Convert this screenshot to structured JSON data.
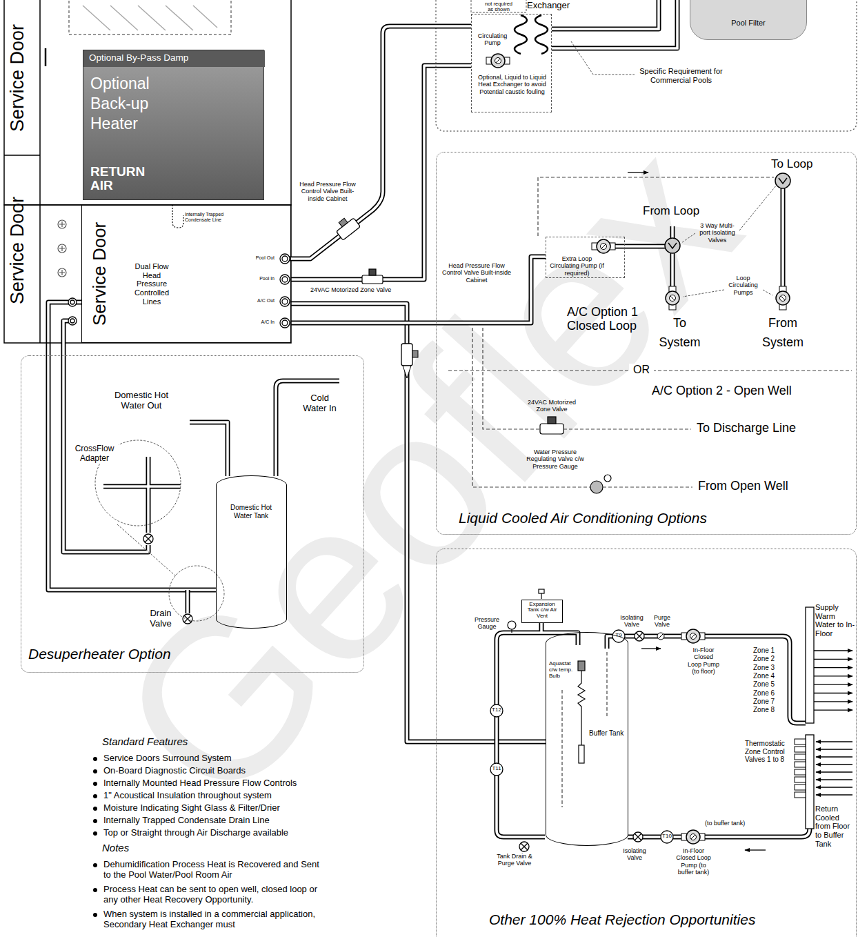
{
  "diagram": {
    "nodes": [
      {
        "text": [
          "Optional By-Pass Damp",
          "Optional Back-up Heater",
          "RETURN AIR"
        ]
      },
      {
        "text": [
          "Service Door",
          "Dual Flow Head Pressure Controlled Lines"
        ]
      },
      {
        "text": [
          "Circulating Pump",
          "Optional, Liquid to Liquid Heat Exchanger to avoid Potential caustic fouling"
        ]
      },
      {
        "text": [
          "Pool Filter"
        ]
      },
      {
        "text": [
          "Desuperheater Option"
        ]
      },
      {
        "text": [
          "Domestic Hot Water Tank"
        ],
        "in": 4
      },
      {
        "text": [
          "Liquid Cooled Air Conditioning Options"
        ]
      },
      {
        "text": [
          "Extra Loop Circulating Pump (if required)"
        ],
        "in": 6
      },
      {
        "text": [
          "Other 100% Heat Rejection Opportunities"
        ]
      },
      {
        "text": [
          "Expansion Tank c/w Air Vent"
        ],
        "in": 8
      },
      {
        "text": [
          "Aquastat c/w temp. Bulb",
          "Buffer Tank"
        ],
        "in": 8
      }
    ],
    "edges": [
      {
        "from": 1,
        "to": 5,
        "arrow": "none"
      },
      {
        "from": 1,
        "to": 2,
        "arrow": "none"
      },
      {
        "from": 1,
        "to": 10,
        "arrow": "none"
      },
      {
        "from": 1,
        "to": 7,
        "arrow": "none"
      }
    ],
    "labels": [
      "not required as shown",
      "Exchanger",
      "Specific Requirement for Commercial Pools",
      "Service Door",
      "Service Door",
      "Internally Trapped Condensate Line",
      "Pool Out",
      "Pool In",
      "A/C Out",
      "A/C In",
      "Head Pressure Flow Control Valve Built-inside Cabinet",
      "24VAC Motorized Zone Valve",
      "Head Pressure Flow Control Valve Built-inside Cabinet",
      "To Loop",
      "From Loop",
      "3 Way Multi-port Isolating Valves",
      "Loop Circulating Pumps",
      "A/C Option 1 Closed Loop",
      "To System",
      "From System",
      "OR",
      "A/C Option 2 - Open Well",
      "24VAC Motorized Zone Valve",
      "To Discharge Line",
      "Water Pressure Regulating Valve c/w Pressure Gauge",
      "From Open Well",
      "Domestic Hot Water Out",
      "Cold Water In",
      "CrossFlow Adapter",
      "Drain Valve",
      "Pressure Gauge",
      "Isolating Valve",
      "Purge Valve",
      "T9",
      "In-Floor Closed Loop Pump (to floor)",
      "Supply Warm Water to In-Floor",
      "Zone 1",
      "Zone 2",
      "Zone 3",
      "Zone 4",
      "Zone 5",
      "Zone 6",
      "Zone 7",
      "Zone 8",
      "T12",
      "T11",
      "T10",
      "Thermostatic Zone Control Valves 1 to 8",
      "Return Cooled from Floor to Buffer Tank",
      "(to buffer tank)",
      "Tank Drain & Purge Valve",
      "Isolating Valve",
      "In-Floor Closed Loop Pump (to buffer tank)",
      "Standard Features",
      "Service Doors Surround System",
      "On-Board Diagnostic Circuit Boards",
      "Internally Mounted Head Pressure Flow Controls",
      "1\" Acoustical Insulation throughout system",
      "Moisture Indicating Sight Glass & Filter/Drier",
      "Internally Trapped Condensate Drain Line",
      "Top or Straight through Air Discharge available",
      "Notes",
      "Dehumidification Process Heat is Recovered and Sent to the Pool Water/Pool Room Air",
      "Process Heat can be sent to open well, closed loop or any other Heat Recovery Opportunity.",
      "When system is installed in a commercial application, Secondary Heat Exchanger must",
      "Geoflex"
    ]
  }
}
